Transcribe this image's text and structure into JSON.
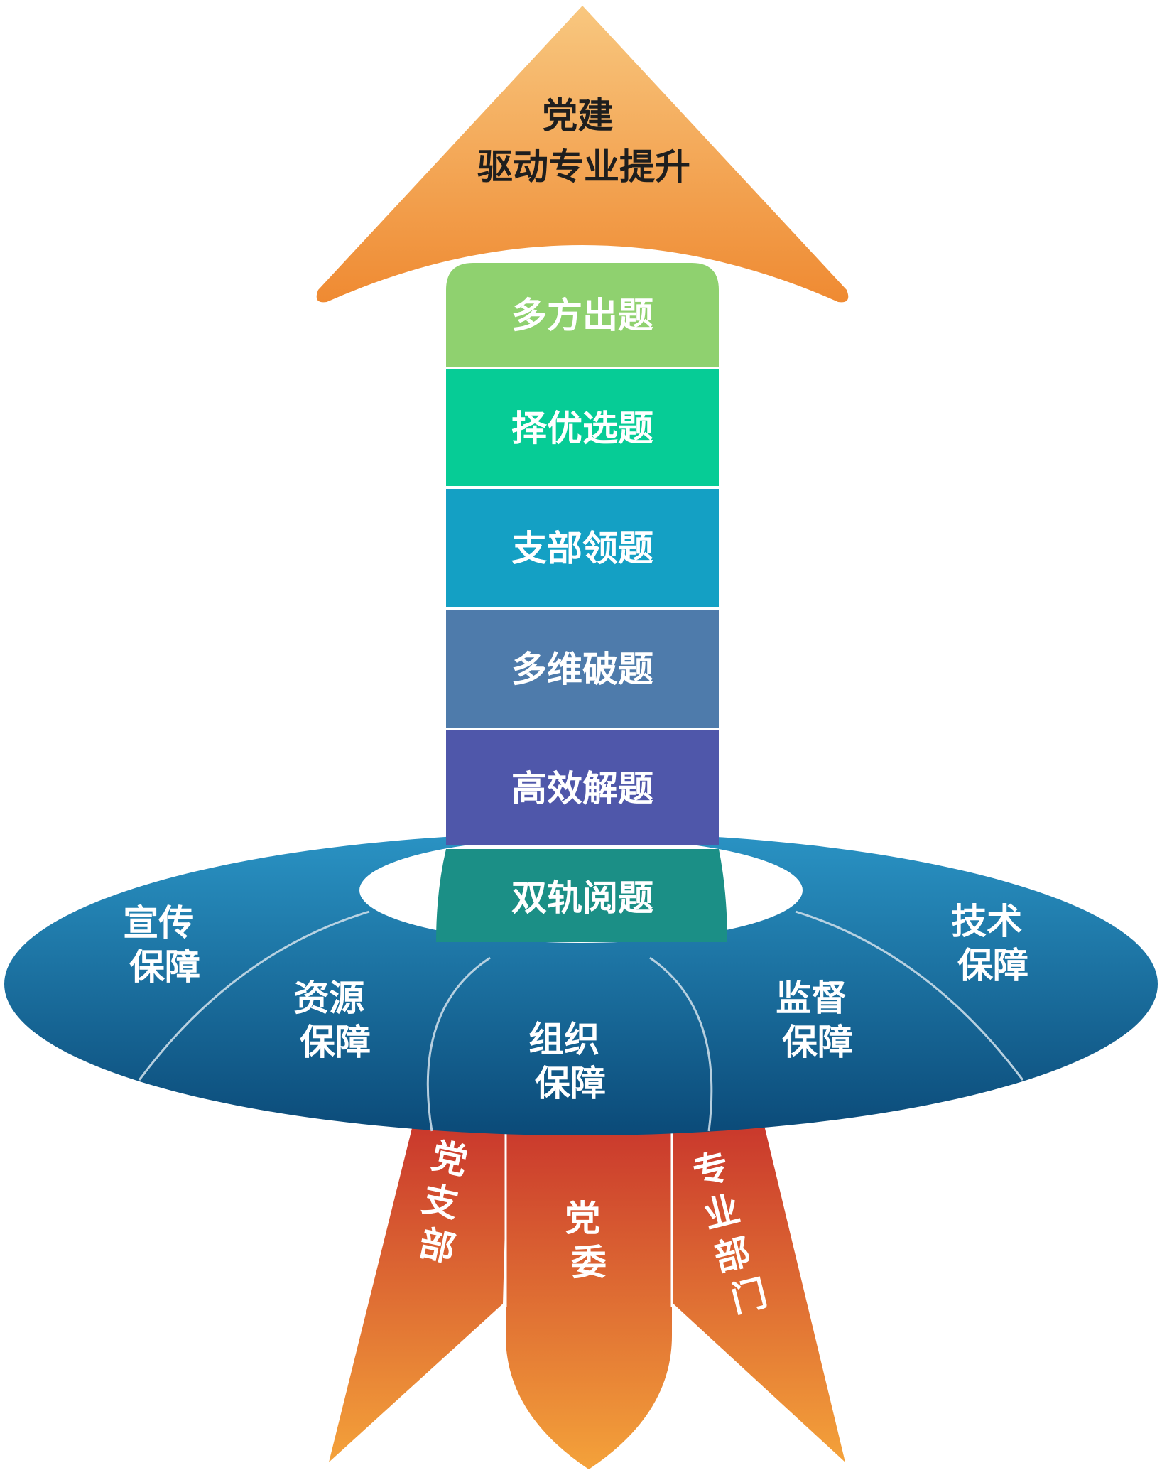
{
  "arrow": {
    "line1": "党建",
    "line2": "驱动专业提升",
    "color_top": "#f8c77f",
    "color_bottom": "#ef8a32"
  },
  "tower": {
    "steps": [
      {
        "label": "多方出题",
        "color": "#8fd16f"
      },
      {
        "label": "择优选题",
        "color": "#06cc96"
      },
      {
        "label": "支部领题",
        "color": "#14a0c4"
      },
      {
        "label": "多维破题",
        "color": "#4e7bab"
      },
      {
        "label": "高效解题",
        "color": "#4f57aa"
      },
      {
        "label": "双轨阅题",
        "color": "#1b8f86"
      }
    ]
  },
  "disc": {
    "color_top": "#2a93c4",
    "color_bottom": "#0b4a78",
    "sectors": [
      {
        "line1": "宣传",
        "line2": "保障"
      },
      {
        "line1": "资源",
        "line2": "保障"
      },
      {
        "line1": "组织",
        "line2": "保障"
      },
      {
        "line1": "监督",
        "line2": "保障"
      },
      {
        "line1": "技术",
        "line2": "保障"
      }
    ]
  },
  "flames": {
    "color_top": "#c9372c",
    "color_bottom": "#f4a23a",
    "left": "党支部",
    "center": "党委",
    "right": "专业部门"
  }
}
